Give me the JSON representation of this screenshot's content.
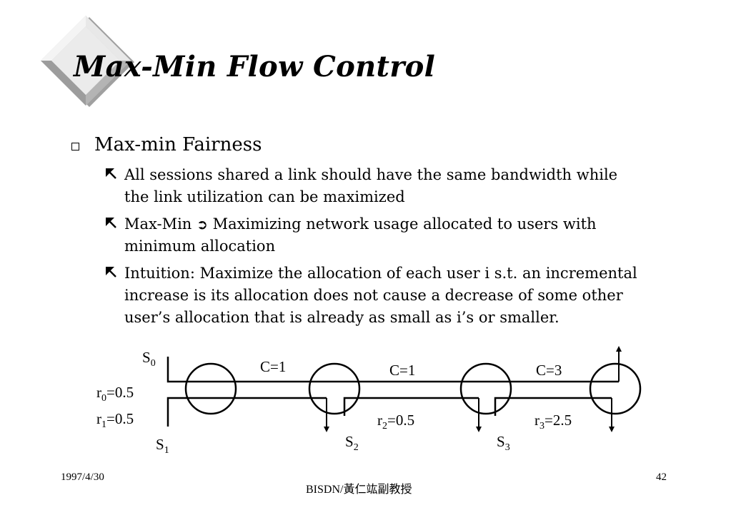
{
  "slide": {
    "title": "Max-Min Flow Control",
    "bullet": "Max-min Fairness",
    "subpoints": [
      {
        "lines": [
          "All sessions shared a link should have the same bandwidth while",
          "the link utilization can be maximized"
        ]
      },
      {
        "lines": [
          "minimum allocation"
        ],
        "first_prefix": "Max-Min ",
        "first_arrow": "➲",
        "first_suffix": " Maximizing network usage allocated to users with"
      },
      {
        "lines": [
          "Intuition: Maximize the allocation of each user i s.t. an incremental",
          "increase is its allocation does not cause a decrease of some other",
          "user’s allocation that is already as small as i’s or smaller."
        ]
      }
    ]
  },
  "diagram": {
    "links": [
      {
        "label": "C",
        "value": "=1"
      },
      {
        "label": "C",
        "value": "=1"
      },
      {
        "label": "C",
        "value": "=3"
      }
    ],
    "sessions": [
      {
        "name": "S",
        "sub": "0"
      },
      {
        "name": "S",
        "sub": "1"
      },
      {
        "name": "S",
        "sub": "2"
      },
      {
        "name": "S",
        "sub": "3"
      }
    ],
    "rates": [
      {
        "name": "r",
        "sub": "0",
        "value": "=0.5"
      },
      {
        "name": "r",
        "sub": "1",
        "value": "=0.5"
      },
      {
        "name": "r",
        "sub": "2",
        "value": "=0.5"
      },
      {
        "name": "r",
        "sub": "3",
        "value": "=2.5"
      }
    ]
  },
  "footer": {
    "date": "1997/4/30",
    "center": "BISDN/黃仁竑副教授",
    "page": "42"
  },
  "icons": {
    "title_decoration": "diamond-icon",
    "bullet": "square-bullet-icon",
    "subbullet": "pointer-arrow-icon",
    "arrow": "curved-arrow-icon"
  },
  "colors": {
    "diamond_light": "#f2f2f2",
    "diamond_mid": "#d4d4d4",
    "diamond_dark": "#9a9a9a"
  }
}
